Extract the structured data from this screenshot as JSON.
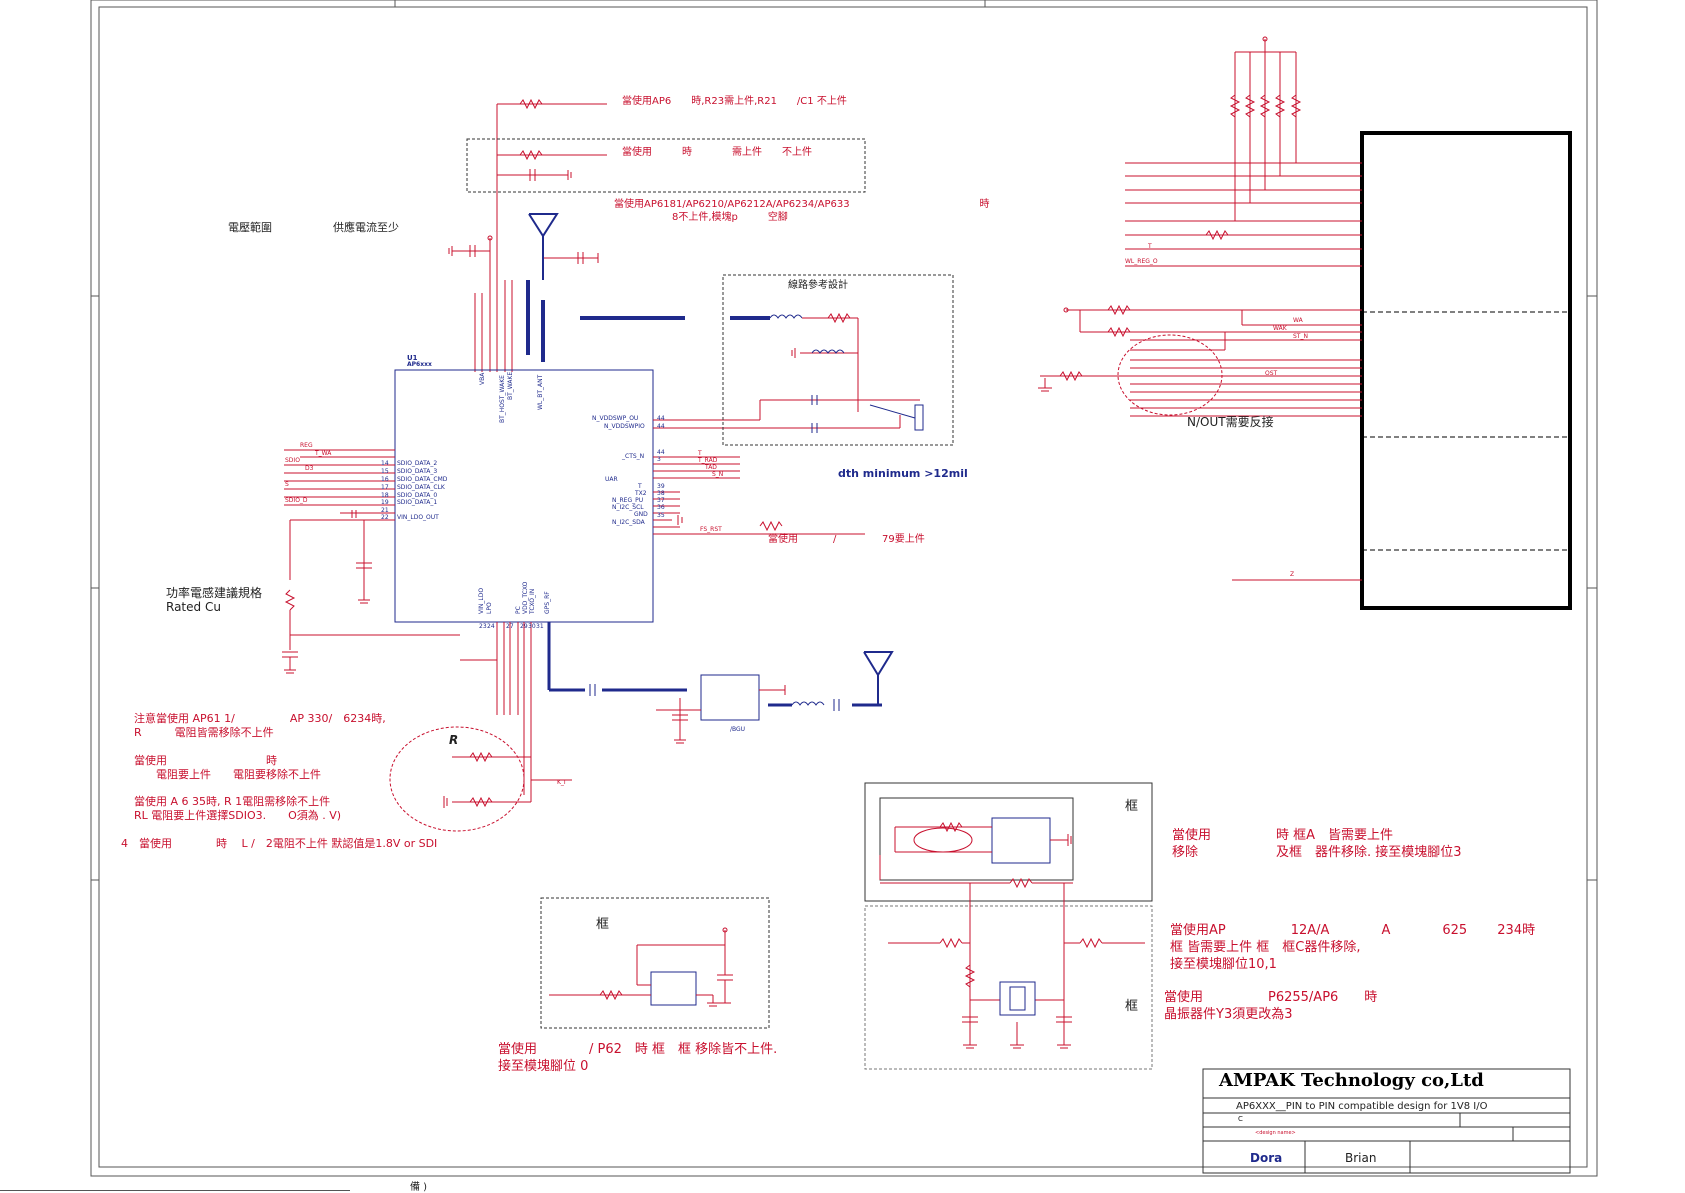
{
  "colors": {
    "wire": "#c8102e",
    "part": "#1f2a8c",
    "frame": "#555555"
  },
  "top_notes": {
    "r23_note": "當使用AP6　　時,R23需上件,R21　　/C1  不上件",
    "box_note": "當使用　　　時　　　　需上件　　不上件",
    "models_note": "當使用AP6181/AP6210/AP6212A/AP6234/AP633　　　　　　　　　　　　　時",
    "models_note2": "8不上件,模塊p　　　空腳"
  },
  "power_labels": {
    "voltage_range": "電壓範圍",
    "supply_current": "供應電流至少"
  },
  "antenna_ref": {
    "title": "線路參考設計"
  },
  "u1": {
    "ref": "U1",
    "part": "AP6xxx",
    "top_pins": [
      "VBA",
      "BT_HOST_WAKE",
      "BT_WAKE",
      "WL_BT_ANT"
    ],
    "left_pins": [
      "SDIO_DATA_2",
      "SDIO_DATA_3",
      "SDIO_DATA_CMD",
      "SDIO_DATA_CLK",
      "SDIO_DATA_0",
      "SDIO_DATA_1",
      "VIN_LDO_OUT"
    ],
    "left_nums": [
      "14",
      "15",
      "16",
      "17",
      "18",
      "19",
      "21",
      "22"
    ],
    "right_pins_top": [
      "N_VDDSWP_OU",
      "N_VDDSWPIO"
    ],
    "right_pins_mid": [
      "_CTS_N",
      "UAR",
      "T",
      "TX2",
      "N_REG_PU",
      "N_I2C_SCL",
      "GND",
      "N_I2C_SDA"
    ],
    "right_nums": [
      "44",
      "3",
      "39",
      "38",
      "37",
      "36",
      "35"
    ],
    "bottom_pins": [
      "VIN_LDO",
      "LPO",
      "PC",
      "VDD_TCXO",
      "TCXO_IN",
      "GPS_RF"
    ],
    "bottom_nums": [
      "23",
      "24",
      "27",
      "29",
      "30",
      "31"
    ]
  },
  "net_labels": {
    "left": [
      "REG",
      "T_WA",
      "SDIO",
      "D3",
      "S",
      "SDIO_D"
    ],
    "right": [
      "T",
      "T_RAD",
      "TAD",
      "S_N",
      "FS_RST"
    ],
    "right_conn": [
      "T",
      "WL_REG_O",
      "WA",
      "WAK",
      "ST_N",
      "OST",
      "Z"
    ]
  },
  "width_note": "dth minimum >12mil",
  "uart_note": {
    "prefix": "當使用",
    "slash": "/",
    "suffix": "79要上件"
  },
  "inductor_note": {
    "line1": "功率電感建議規格",
    "line2": "Rated Cu"
  },
  "inout_note": "N/OUT需要反接",
  "gps": {
    "part": "/BGU",
    "k_label": "K_I"
  },
  "r_circle_label": "R",
  "left_notes": {
    "n1a": "注意當使用 AP61  1/　　　　　AP  330/　6234時,",
    "n1b": "R　　　電阻皆需移除不上件",
    "n2a": "當使用　　　　　　　　　時",
    "n2b": "　　電阻要上件　　電阻要移除不上件",
    "n3a": "當使用 A  6  35時, R  1電阻需移除不上件",
    "n3b": "RL  電阻要上件選擇SDIO3.　　O須為  .  V)",
    "n4": "4　當使用　　　　時　 L  /　2電阻不上件  默認值是1.8V  or SDI"
  },
  "xtal_box_a": {
    "label": "框"
  },
  "xtal_box_b": {
    "label": "框"
  },
  "osc_box": {
    "label": "框"
  },
  "right_notes": {
    "a1": "當使用　　　　　時 框A　皆需要上件",
    "a2": "移除　　　　　　及框　器件移除. 接至模塊腳位3",
    "b1": "當使用AP　　　　　12A/A　　　　A　　　　625　　 234時",
    "b2": "框  皆需要上件 框　框C器件移除,",
    "b3": "接至模塊腳位10,1",
    "c1": "當使用　　　　　P6255/AP6　　時",
    "c2": "晶振器件Y3須更改為3"
  },
  "bottom_note": {
    "line1": "當使用　　　　/  P62　時 框　框  移除皆不上件.",
    "line2": "接至模塊腳位  0"
  },
  "title_block": {
    "company": "AMPAK Technology co,Ltd",
    "title": "AP6XXX__PIN to PIN compatible design for 1V8 I/O",
    "rev": "C",
    "design_name": "<design name>",
    "drawn": "Dora",
    "checked": "Brian"
  },
  "footer_fragment": "備  )"
}
